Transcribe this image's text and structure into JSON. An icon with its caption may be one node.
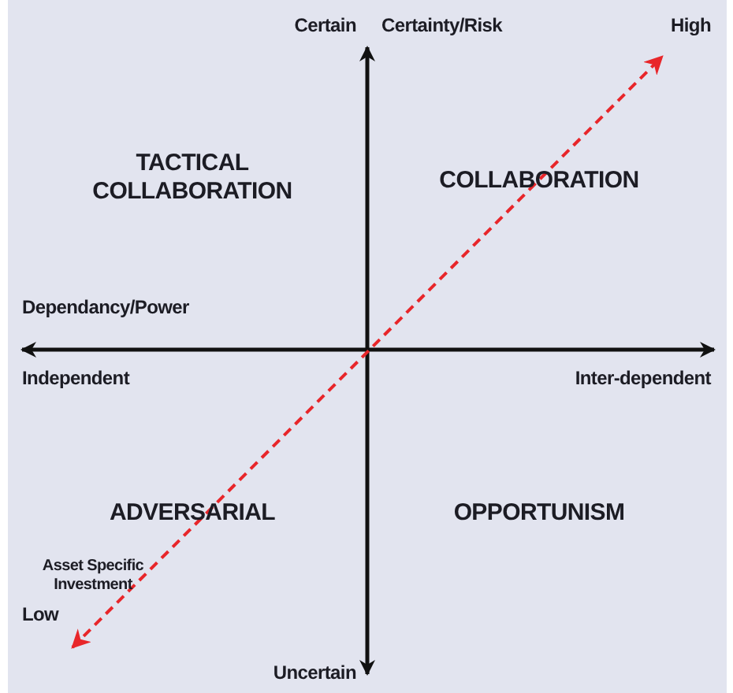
{
  "diagram": {
    "labels": [
      "Certain",
      "Certainty/Risk",
      "High",
      "TACTICAL COLLABORATION",
      "COLLABORATION",
      "Dependancy/Power",
      "Independent",
      "Inter-dependent",
      "ADVERSARIAL",
      "OPPORTUNISM",
      "Asset Specific Investment",
      "Low",
      "Uncertain"
    ]
  }
}
